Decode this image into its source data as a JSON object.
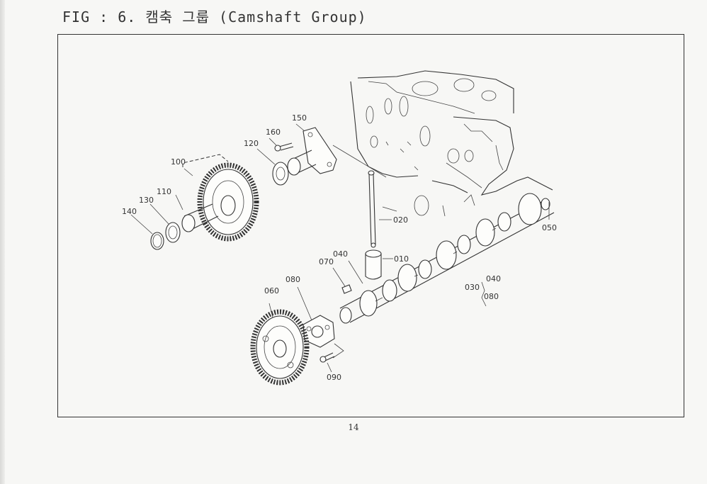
{
  "title": "FIG : 6. 캠축 그룹 (Camshaft Group)",
  "page_number": "14",
  "part_labels": {
    "p100": "100",
    "p110": "110",
    "p120": "120",
    "p130": "130",
    "p140": "140",
    "p150": "150",
    "p160": "160",
    "p010": "010",
    "p020": "020",
    "p030": "030",
    "p040a": "040",
    "p040b": "040",
    "p050": "050",
    "p060": "060",
    "p070": "070",
    "p080a": "080",
    "p080b": "080",
    "p090": "090"
  }
}
